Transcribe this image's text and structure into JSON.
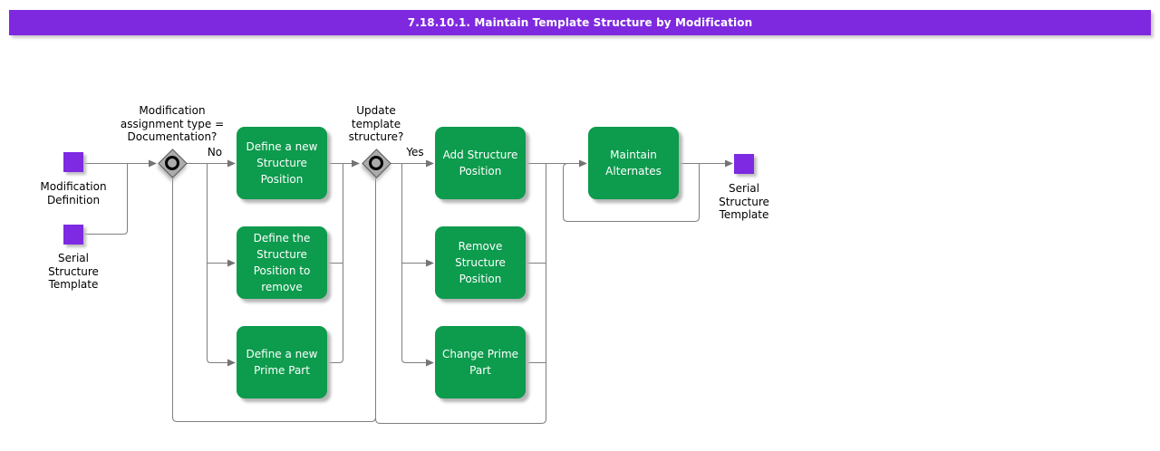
{
  "header": {
    "title": "7.18.10.1. Maintain Template Structure by Modification"
  },
  "inputs": [
    {
      "id": "modification-definition",
      "label": "Modification\nDefinition"
    },
    {
      "id": "serial-structure-template-in",
      "label": "Serial\nStructure\nTemplate"
    }
  ],
  "output": {
    "id": "serial-structure-template-out",
    "label": "Serial\nStructure\nTemplate"
  },
  "decisions": [
    {
      "id": "decision-1",
      "question": "Modification\nassignment type =\nDocumentation?",
      "branch": "No"
    },
    {
      "id": "decision-2",
      "question": "Update\ntemplate\nstructure?",
      "branch": "Yes"
    }
  ],
  "activities": [
    {
      "id": "define-new-structure-position",
      "label": "Define a new\nStructure\nPosition"
    },
    {
      "id": "define-structure-position-to-remove",
      "label": "Define the\nStructure\nPosition to\nremove"
    },
    {
      "id": "define-new-prime-part",
      "label": "Define a new\nPrime Part"
    },
    {
      "id": "add-structure-position",
      "label": "Add Structure\nPosition"
    },
    {
      "id": "remove-structure-position",
      "label": "Remove\nStructure\nPosition"
    },
    {
      "id": "change-prime-part",
      "label": "Change Prime\nPart"
    },
    {
      "id": "maintain-alternates",
      "label": "Maintain\nAlternates"
    }
  ],
  "colors": {
    "header_purple": "#7E29E0",
    "data_purple": "#7D2AE2",
    "activity_green": "#0D9B4D",
    "line_gray": "#7F7F7F",
    "diamond_gray": "#ABABAB"
  }
}
